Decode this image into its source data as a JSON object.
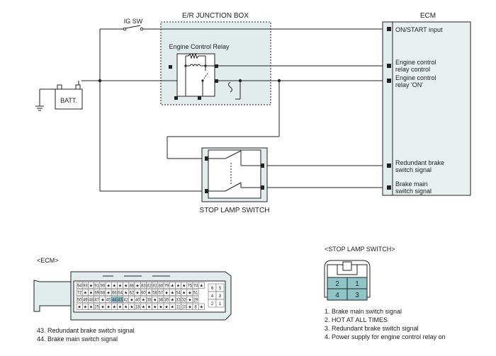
{
  "labels": {
    "ig_sw": "IG SW",
    "junction_box": "E/R JUNCTION BOX",
    "ecm": "ECM",
    "relay": "Engine Control Relay",
    "batt": "BATT.",
    "stop_lamp_switch": "STOP LAMP SWITCH",
    "ecm_connector_title": "<ECM>",
    "stop_connector_title": "<STOP LAMP SWITCH>"
  },
  "ecm_signals": [
    {
      "line1": "ON/START input",
      "line2": ""
    },
    {
      "line1": "Engine control",
      "line2": "relay control"
    },
    {
      "line1": "Engine control",
      "line2": "relay 'ON'"
    },
    {
      "line1": "Redundant brake",
      "line2": "switch signal"
    },
    {
      "line1": "Brake main",
      "line2": "switch signal"
    }
  ],
  "ecm_pins": {
    "row1": [
      "94",
      "93",
      "★",
      "91",
      "90",
      "★",
      "★",
      "★",
      "★",
      "86",
      "★",
      "83",
      "82",
      "81",
      "80",
      "79",
      "★",
      "★",
      "★",
      "75",
      "74",
      "★"
    ],
    "row2": [
      "72",
      "★",
      "★",
      "69",
      "68",
      "★",
      "66",
      "64",
      "★",
      "62",
      "★",
      "60",
      "★",
      "58",
      "57",
      "★",
      "★",
      "54",
      "★",
      "★",
      "51"
    ],
    "row3": [
      "50",
      "49",
      "48",
      "47",
      "★",
      "45",
      "44",
      "43",
      "42",
      "★",
      "40",
      "★",
      "38",
      "★",
      "36",
      "35",
      "★",
      "33",
      "32",
      "★",
      "29"
    ],
    "row4": [
      "★",
      "★",
      "★",
      "25",
      "★",
      "★",
      "★",
      "★",
      "★",
      "★",
      "18",
      "★",
      "★",
      "★",
      "★",
      "★",
      "★",
      "11",
      "10",
      "★",
      "8",
      "★"
    ],
    "side": [
      "6",
      "5",
      "4",
      "3",
      "2",
      "1"
    ]
  },
  "ecm_highlight": [
    "44",
    "43"
  ],
  "ecm_notes": [
    "43. Redundant brake switch signal",
    "44. Brake main switch signal"
  ],
  "stop_pins": [
    "2",
    "1",
    "4",
    "3"
  ],
  "stop_notes": [
    "1. Brake main switch signal",
    "2. HOT AT ALL TIMES",
    "3. Redundant brake switch signal",
    "4. Power supply for engine control relay on"
  ],
  "colors": {
    "line": "#222222",
    "panel_fill": "#e3ecec",
    "ecm_fill": "#e8f0f0",
    "pin_highlight": "#8fc4c8"
  }
}
